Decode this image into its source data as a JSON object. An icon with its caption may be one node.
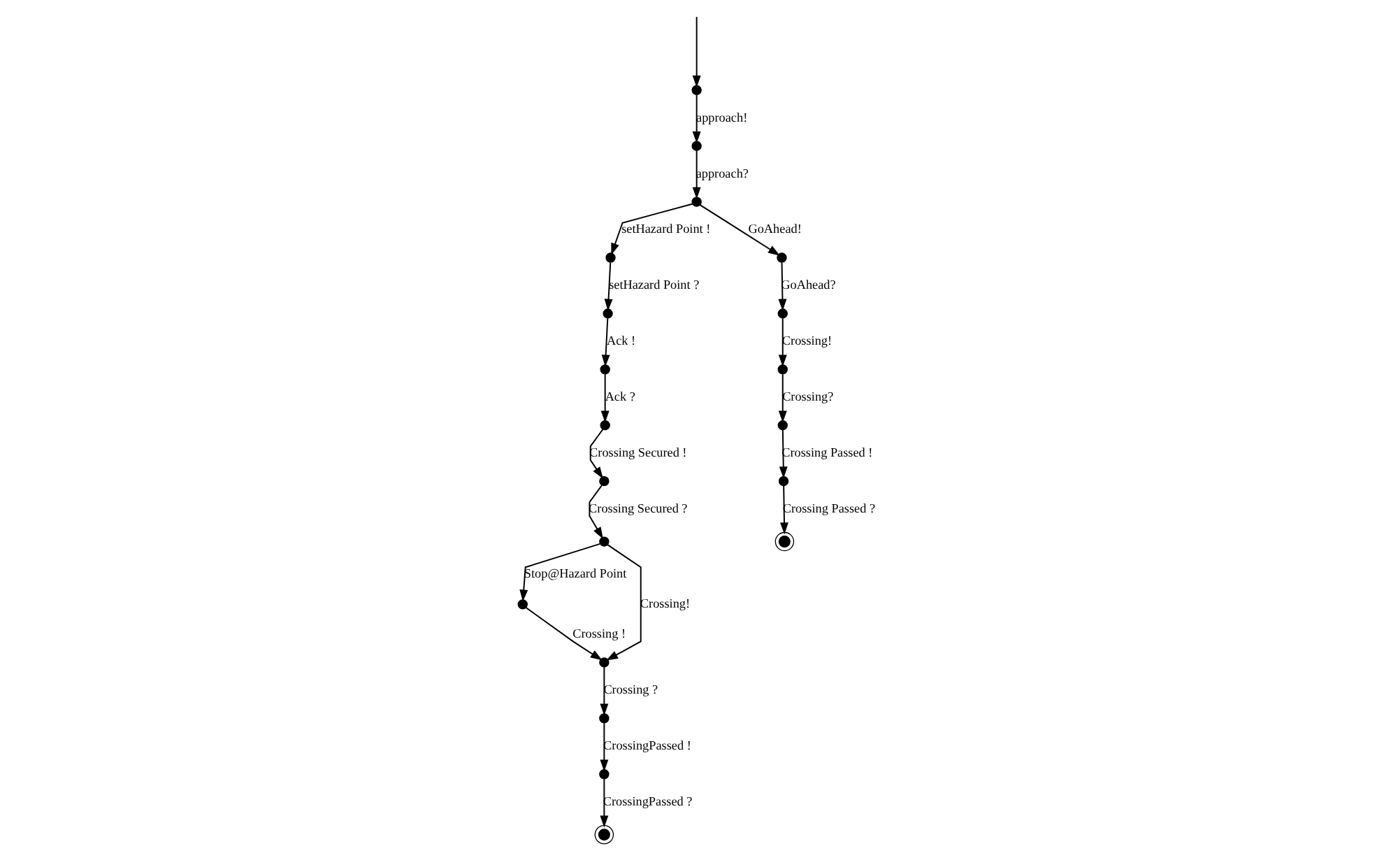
{
  "diagram": {
    "nodes": [
      {
        "text": [],
        "shape": "circle"
      },
      {
        "text": [],
        "shape": "circle"
      },
      {
        "text": [],
        "shape": "circle"
      },
      {
        "text": [],
        "shape": "circle"
      },
      {
        "text": [],
        "shape": "circle"
      },
      {
        "text": [],
        "shape": "circle"
      },
      {
        "text": [],
        "shape": "circle"
      },
      {
        "text": [],
        "shape": "circle"
      },
      {
        "text": [],
        "shape": "circle"
      },
      {
        "text": [],
        "shape": "circle"
      },
      {
        "text": [],
        "shape": "circle"
      },
      {
        "text": [],
        "shape": "circle"
      },
      {
        "text": [],
        "shape": "circle"
      },
      {
        "text": [],
        "shape": "bullseye"
      },
      {
        "text": [],
        "shape": "circle"
      },
      {
        "text": [],
        "shape": "circle"
      },
      {
        "text": [],
        "shape": "circle"
      },
      {
        "text": [],
        "shape": "circle"
      },
      {
        "text": [],
        "shape": "circle"
      },
      {
        "text": [],
        "shape": "bullseye"
      }
    ],
    "edges": [
      {
        "from": null,
        "to": 0,
        "arrow": "to"
      },
      {
        "from": 0,
        "to": 1,
        "arrow": "to",
        "label": "approach!"
      },
      {
        "from": 1,
        "to": 2,
        "arrow": "to",
        "label": "approach?"
      },
      {
        "from": 2,
        "to": 3,
        "arrow": "to",
        "label": "setHazard Point !"
      },
      {
        "from": 3,
        "to": 4,
        "arrow": "to",
        "label": "setHazard Point ?"
      },
      {
        "from": 4,
        "to": 5,
        "arrow": "to",
        "label": "Ack !"
      },
      {
        "from": 5,
        "to": 6,
        "arrow": "to",
        "label": "Ack ?"
      },
      {
        "from": 6,
        "to": 7,
        "arrow": "to",
        "label": "Crossing Secured !"
      },
      {
        "from": 7,
        "to": 8,
        "arrow": "to",
        "label": "Crossing Secured ?"
      },
      {
        "from": 8,
        "to": 9,
        "arrow": "to",
        "label": "Stop@Hazard Point"
      },
      {
        "from": 8,
        "to": 10,
        "arrow": "to",
        "label": "Crossing!"
      },
      {
        "from": 9,
        "to": 10,
        "arrow": "to",
        "label": "Crossing !"
      },
      {
        "from": 10,
        "to": 11,
        "arrow": "to",
        "label": "Crossing ?"
      },
      {
        "from": 11,
        "to": 12,
        "arrow": "to",
        "label": "CrossingPassed !"
      },
      {
        "from": 12,
        "to": 13,
        "arrow": "to",
        "label": "CrossingPassed ?"
      },
      {
        "from": 2,
        "to": 14,
        "arrow": "to",
        "label": "GoAhead!"
      },
      {
        "from": 14,
        "to": 15,
        "arrow": "to",
        "label": "GoAhead?"
      },
      {
        "from": 15,
        "to": 16,
        "arrow": "to",
        "label": "Crossing!"
      },
      {
        "from": 16,
        "to": 17,
        "arrow": "to",
        "label": "Crossing?"
      },
      {
        "from": 17,
        "to": 18,
        "arrow": "to",
        "label": "Crossing Passed !"
      },
      {
        "from": 18,
        "to": 19,
        "arrow": "to",
        "label": "Crossing Passed ?"
      }
    ]
  }
}
